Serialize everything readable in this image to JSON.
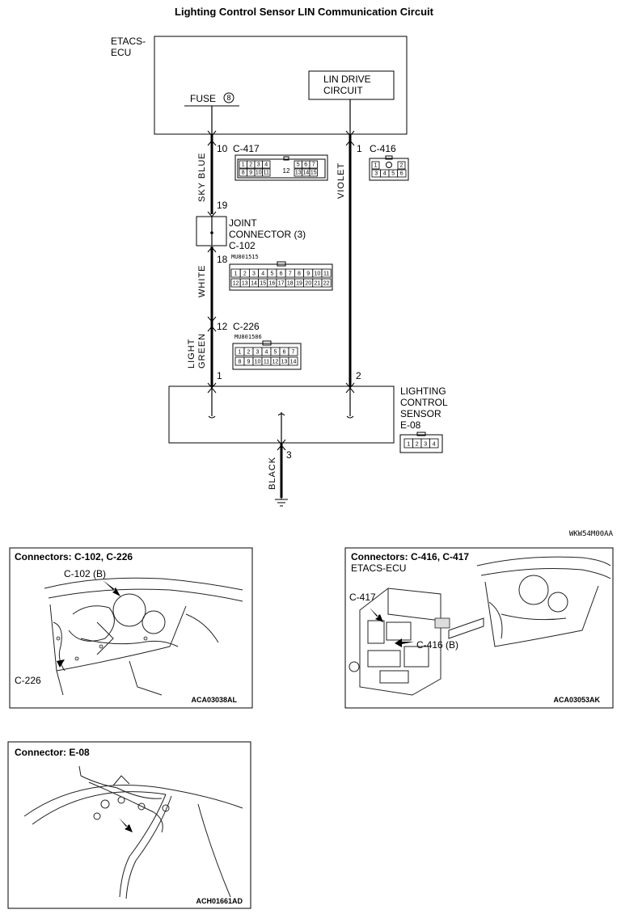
{
  "title": "Lighting Control Sensor LIN Communication Circuit",
  "etacs": {
    "line1": "ETACS-",
    "line2": "ECU"
  },
  "fuse": {
    "label": "FUSE",
    "number": "8"
  },
  "lin_drive": {
    "line1": "LIN DRIVE",
    "line2": "CIRCUIT"
  },
  "wires": {
    "sky_blue": "SKY BLUE",
    "white": "WHITE",
    "light_green_1": "LIGHT",
    "light_green_2": "GREEN",
    "violet": "VIOLET",
    "black": "BLACK"
  },
  "pins": {
    "c417_pin": "10",
    "c417_label": "C-417",
    "c416_pin": "1",
    "c416_label": "C-416",
    "joint_in": "19",
    "joint_out": "18",
    "c226_pin": "12",
    "c226_label": "C-226",
    "sensor_pin1": "1",
    "sensor_pin2": "2",
    "sensor_pin3": "3"
  },
  "joint": {
    "line1": "JOINT",
    "line2": "CONNECTOR (3)",
    "line3": "C-102",
    "part": "MU801515"
  },
  "c226_part": "MU801586",
  "sensor": {
    "line1": "LIGHTING",
    "line2": "CONTROL",
    "line3": "SENSOR",
    "line4": "E-08"
  },
  "c417_cells": {
    "top": [
      "1",
      "2",
      "3",
      "4",
      "5",
      "6",
      "7"
    ],
    "bottom": [
      "8",
      "9",
      "10",
      "11",
      "13",
      "14",
      "15"
    ],
    "mid": "12"
  },
  "c416_cells": [
    "1",
    "2",
    "3",
    "4",
    "5",
    "6"
  ],
  "c102_cells": {
    "top": [
      "1",
      "2",
      "3",
      "4",
      "5",
      "6",
      "7",
      "8",
      "9",
      "10",
      "11"
    ],
    "bottom": [
      "12",
      "13",
      "14",
      "15",
      "16",
      "17",
      "18",
      "19",
      "20",
      "21",
      "22"
    ]
  },
  "c226_cells": {
    "top": [
      "1",
      "2",
      "3",
      "4",
      "5",
      "6",
      "7"
    ],
    "bottom": [
      "8",
      "9",
      "10",
      "11",
      "12",
      "13",
      "14"
    ]
  },
  "e08_cells": [
    "1",
    "2",
    "3",
    "4"
  ],
  "diagram_code": "WKW54M00AA",
  "panels": {
    "p1": {
      "title": "Connectors: C-102, C-226",
      "lbl_c102": "C-102 (B)",
      "lbl_c226": "C-226",
      "code": "ACA03038AL"
    },
    "p2": {
      "title": "Connectors: C-416, C-417",
      "subtitle": "ETACS-ECU",
      "lbl_c417": "C-417",
      "lbl_c416": "C-416 (B)",
      "code": "ACA03053AK"
    },
    "p3": {
      "title": "Connector: E-08",
      "code": "ACH01661AD"
    }
  }
}
